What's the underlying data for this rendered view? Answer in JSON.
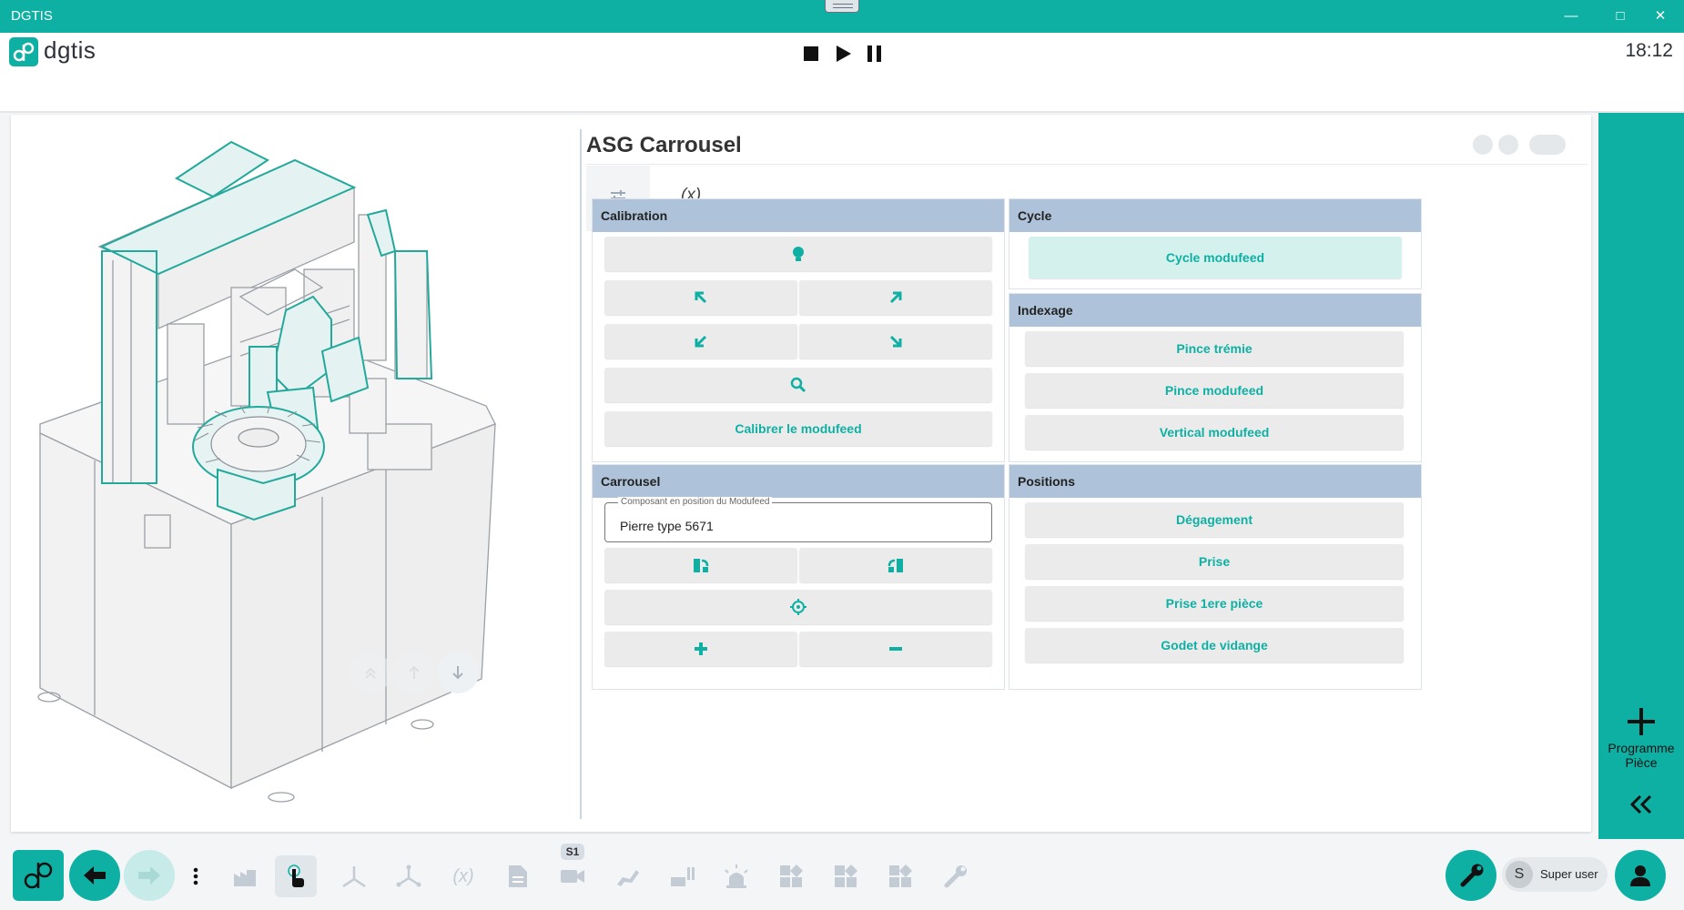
{
  "window": {
    "title": "DGTIS"
  },
  "header": {
    "logo_text": "dgtis",
    "clock": "18:12"
  },
  "panel": {
    "title": "ASG Carrousel",
    "tab_variables": "(x)"
  },
  "calibration": {
    "title": "Calibration",
    "calibrate_label": "Calibrer le modufeed"
  },
  "cycle": {
    "title": "Cycle",
    "cycle_label": "Cycle modufeed"
  },
  "indexage": {
    "title": "Indexage",
    "items": [
      "Pince trémie",
      "Pince modufeed",
      "Vertical modufeed"
    ]
  },
  "carrousel": {
    "title": "Carrousel",
    "field_label": "Composant en position du Modufeed",
    "field_value": "Pierre type 5671"
  },
  "positions": {
    "title": "Positions",
    "items": [
      "Dégagement",
      "Prise",
      "Prise 1ere pièce",
      "Godet de vidange"
    ]
  },
  "rightbar": {
    "program_label_1": "Programme",
    "program_label_2": "Pièce"
  },
  "toolbar": {
    "variables_label": "(x)",
    "camera_badge": "S1",
    "user_initial": "S",
    "user_name": "Super user"
  },
  "colors": {
    "accent": "#0fb0a4",
    "section_header": "#aec3d9",
    "button_bg": "#ebebeb"
  }
}
